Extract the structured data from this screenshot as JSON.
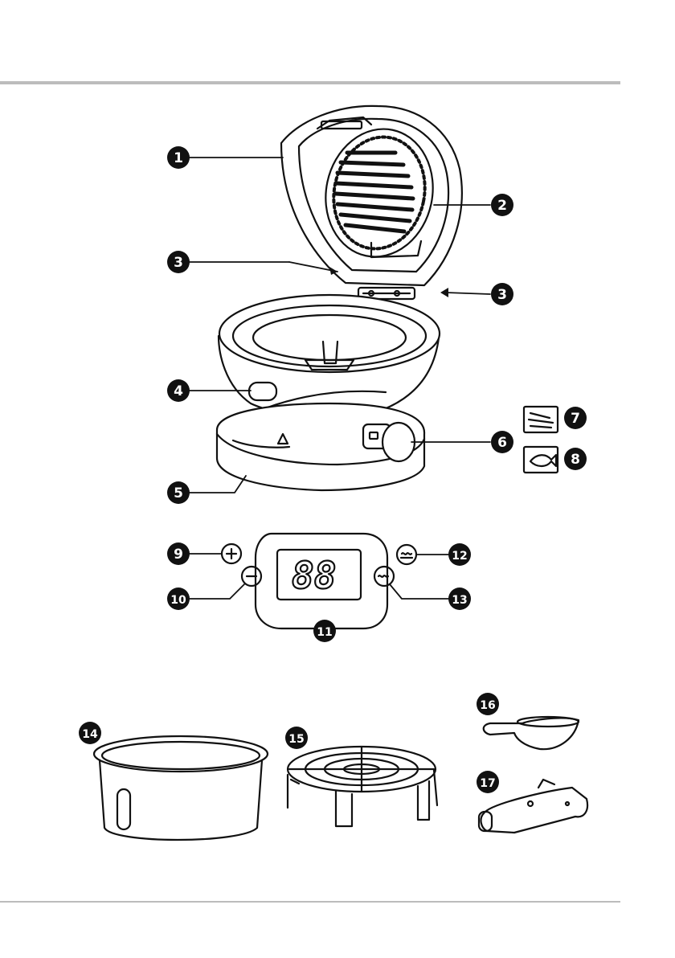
{
  "diagram": {
    "callouts": [
      "1",
      "2",
      "3",
      "3",
      "4",
      "5",
      "6",
      "7",
      "8",
      "9",
      "10",
      "11",
      "12",
      "13",
      "14",
      "15",
      "16",
      "17"
    ],
    "display": {
      "digits": "88"
    },
    "panel_buttons": {
      "plus": "+",
      "minus": "−"
    },
    "icons": {
      "fries": "fries-icon",
      "fish": "fish-icon",
      "grill-top": "heat-top-icon",
      "grill-bottom": "heat-bottom-icon"
    },
    "colors": {
      "ink": "#111111",
      "rule": "#bcbcbc",
      "bg": "#ffffff"
    }
  }
}
